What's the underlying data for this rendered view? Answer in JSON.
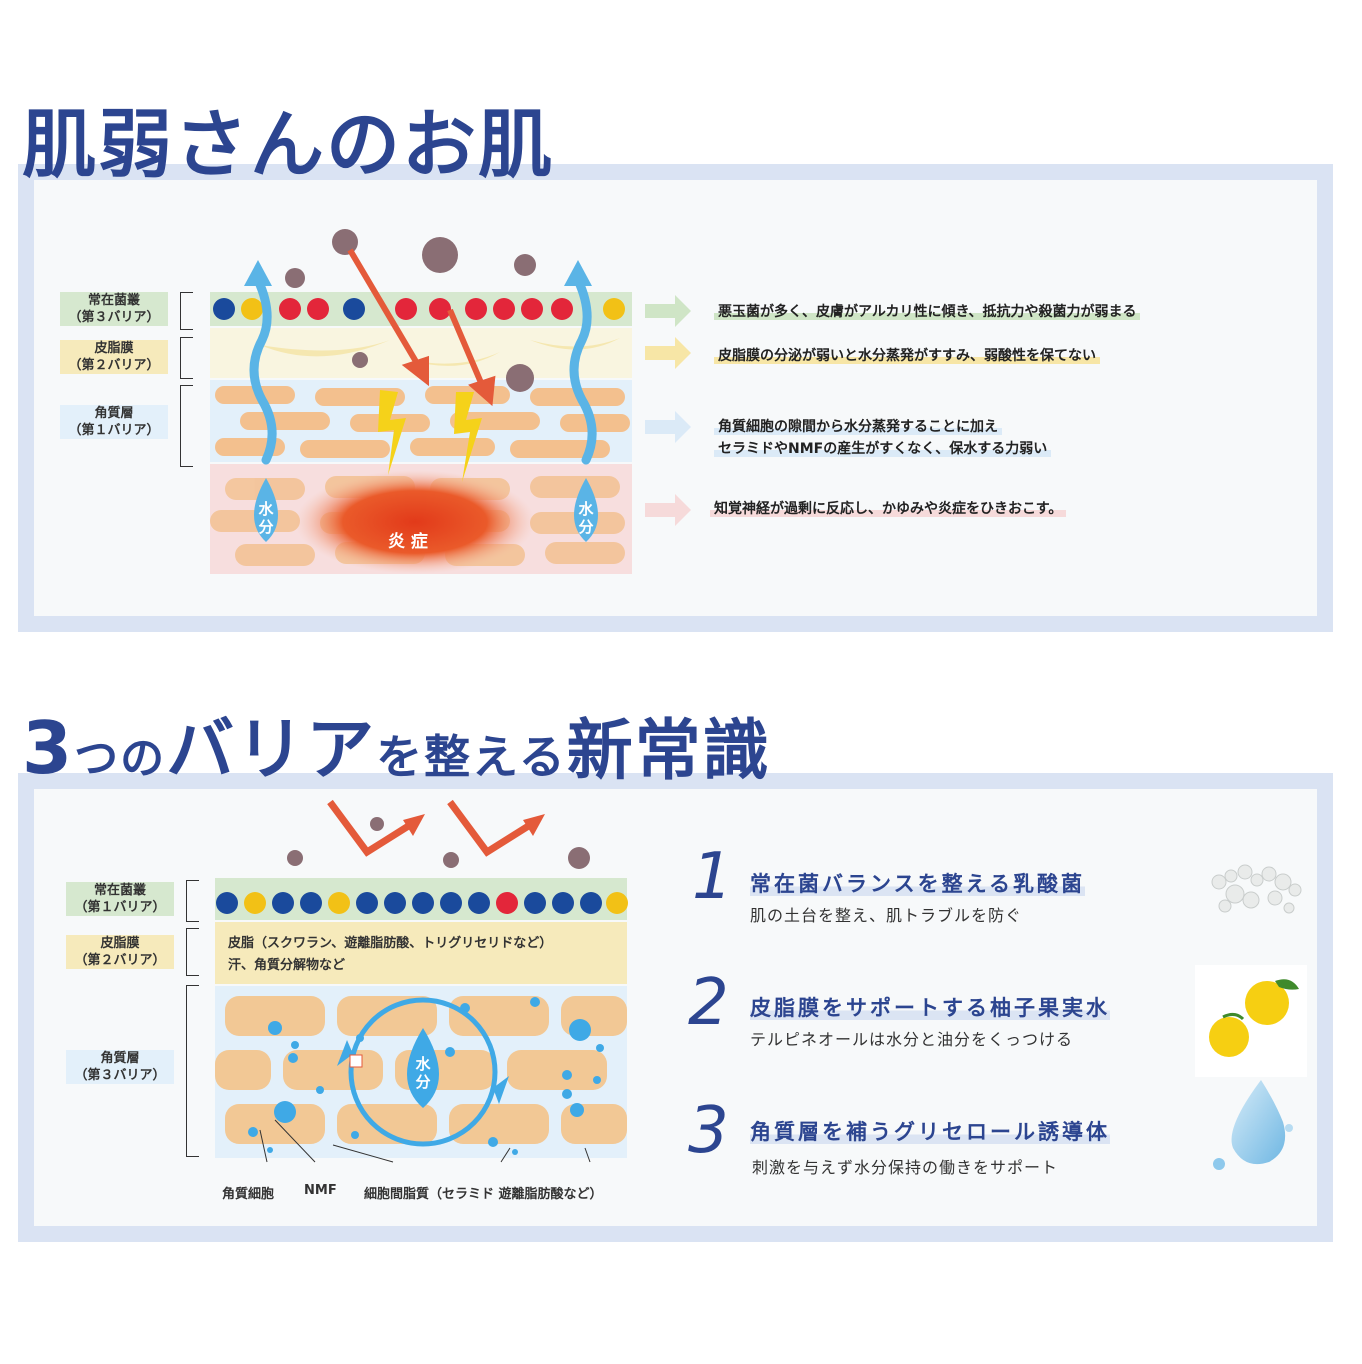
{
  "section1": {
    "title": "肌弱さんのお肌",
    "layer_labels": [
      {
        "line1": "常在菌叢",
        "line2": "（第３バリア）"
      },
      {
        "line1": "皮脂膜",
        "line2": "（第２バリア）"
      },
      {
        "line1": "角質層",
        "line2": "（第１バリア）"
      }
    ],
    "descriptions": [
      {
        "lines": [
          "悪玉菌が多く、皮膚がアルカリ性に傾き、抵抗力や殺菌力が弱まる"
        ]
      },
      {
        "lines": [
          "皮脂膜の分泌が弱いと水分蒸発がすすみ、弱酸性を保てない"
        ]
      },
      {
        "lines": [
          "角質細胞の隙間から水分蒸発することに加え",
          "セラミドやNMFの産生がすくなく、保水する力弱い"
        ]
      },
      {
        "lines": [
          "知覚神経が過剰に反応し、かゆみや炎症をひきおこす。"
        ]
      }
    ],
    "water_label": "水分",
    "inflammation_label": "炎 症",
    "colors": {
      "title": "#2c4590",
      "frame": "#dae3f3",
      "good_bacteria": "#1a4a9c",
      "bad_bacteria": "#e3263a",
      "neutral_bacteria": "#f2c116",
      "arrow_red": "#e45a3a",
      "water": "#5ab4e6"
    }
  },
  "section2": {
    "title_parts": [
      "3",
      "つの",
      "バリア",
      "を整える",
      "新常識"
    ],
    "layer_labels": [
      {
        "line1": "常在菌叢",
        "line2": "（第１バリア）"
      },
      {
        "line1": "皮脂膜",
        "line2": "（第２バリア）"
      },
      {
        "line1": "角質層",
        "line2": "（第３バリア）"
      }
    ],
    "sebum_lines": [
      "皮脂（スクワラン、遊離脂肪酸、トリグリセリドなど）",
      "汗、角質分解物など"
    ],
    "bottom_labels": [
      "角質細胞",
      "NMF",
      "細胞間脂質（セラミド 遊離脂肪酸など）"
    ],
    "water_label": "水分",
    "features": [
      {
        "number": "1",
        "title": "常在菌バランスを整える乳酸菌",
        "subtitle": "肌の土台を整え、肌トラブルを防ぐ",
        "icon": "lactic-acid-bacteria-icon"
      },
      {
        "number": "2",
        "title": "皮脂膜をサポートする柚子果実水",
        "subtitle": "テルピネオールは水分と油分をくっつける",
        "icon": "yuzu-fruit-icon"
      },
      {
        "number": "3",
        "title": "角質層を補うグリセロール誘導体",
        "subtitle": "刺激を与えず水分保持の働きをサポート",
        "icon": "water-drop-icon"
      }
    ]
  }
}
